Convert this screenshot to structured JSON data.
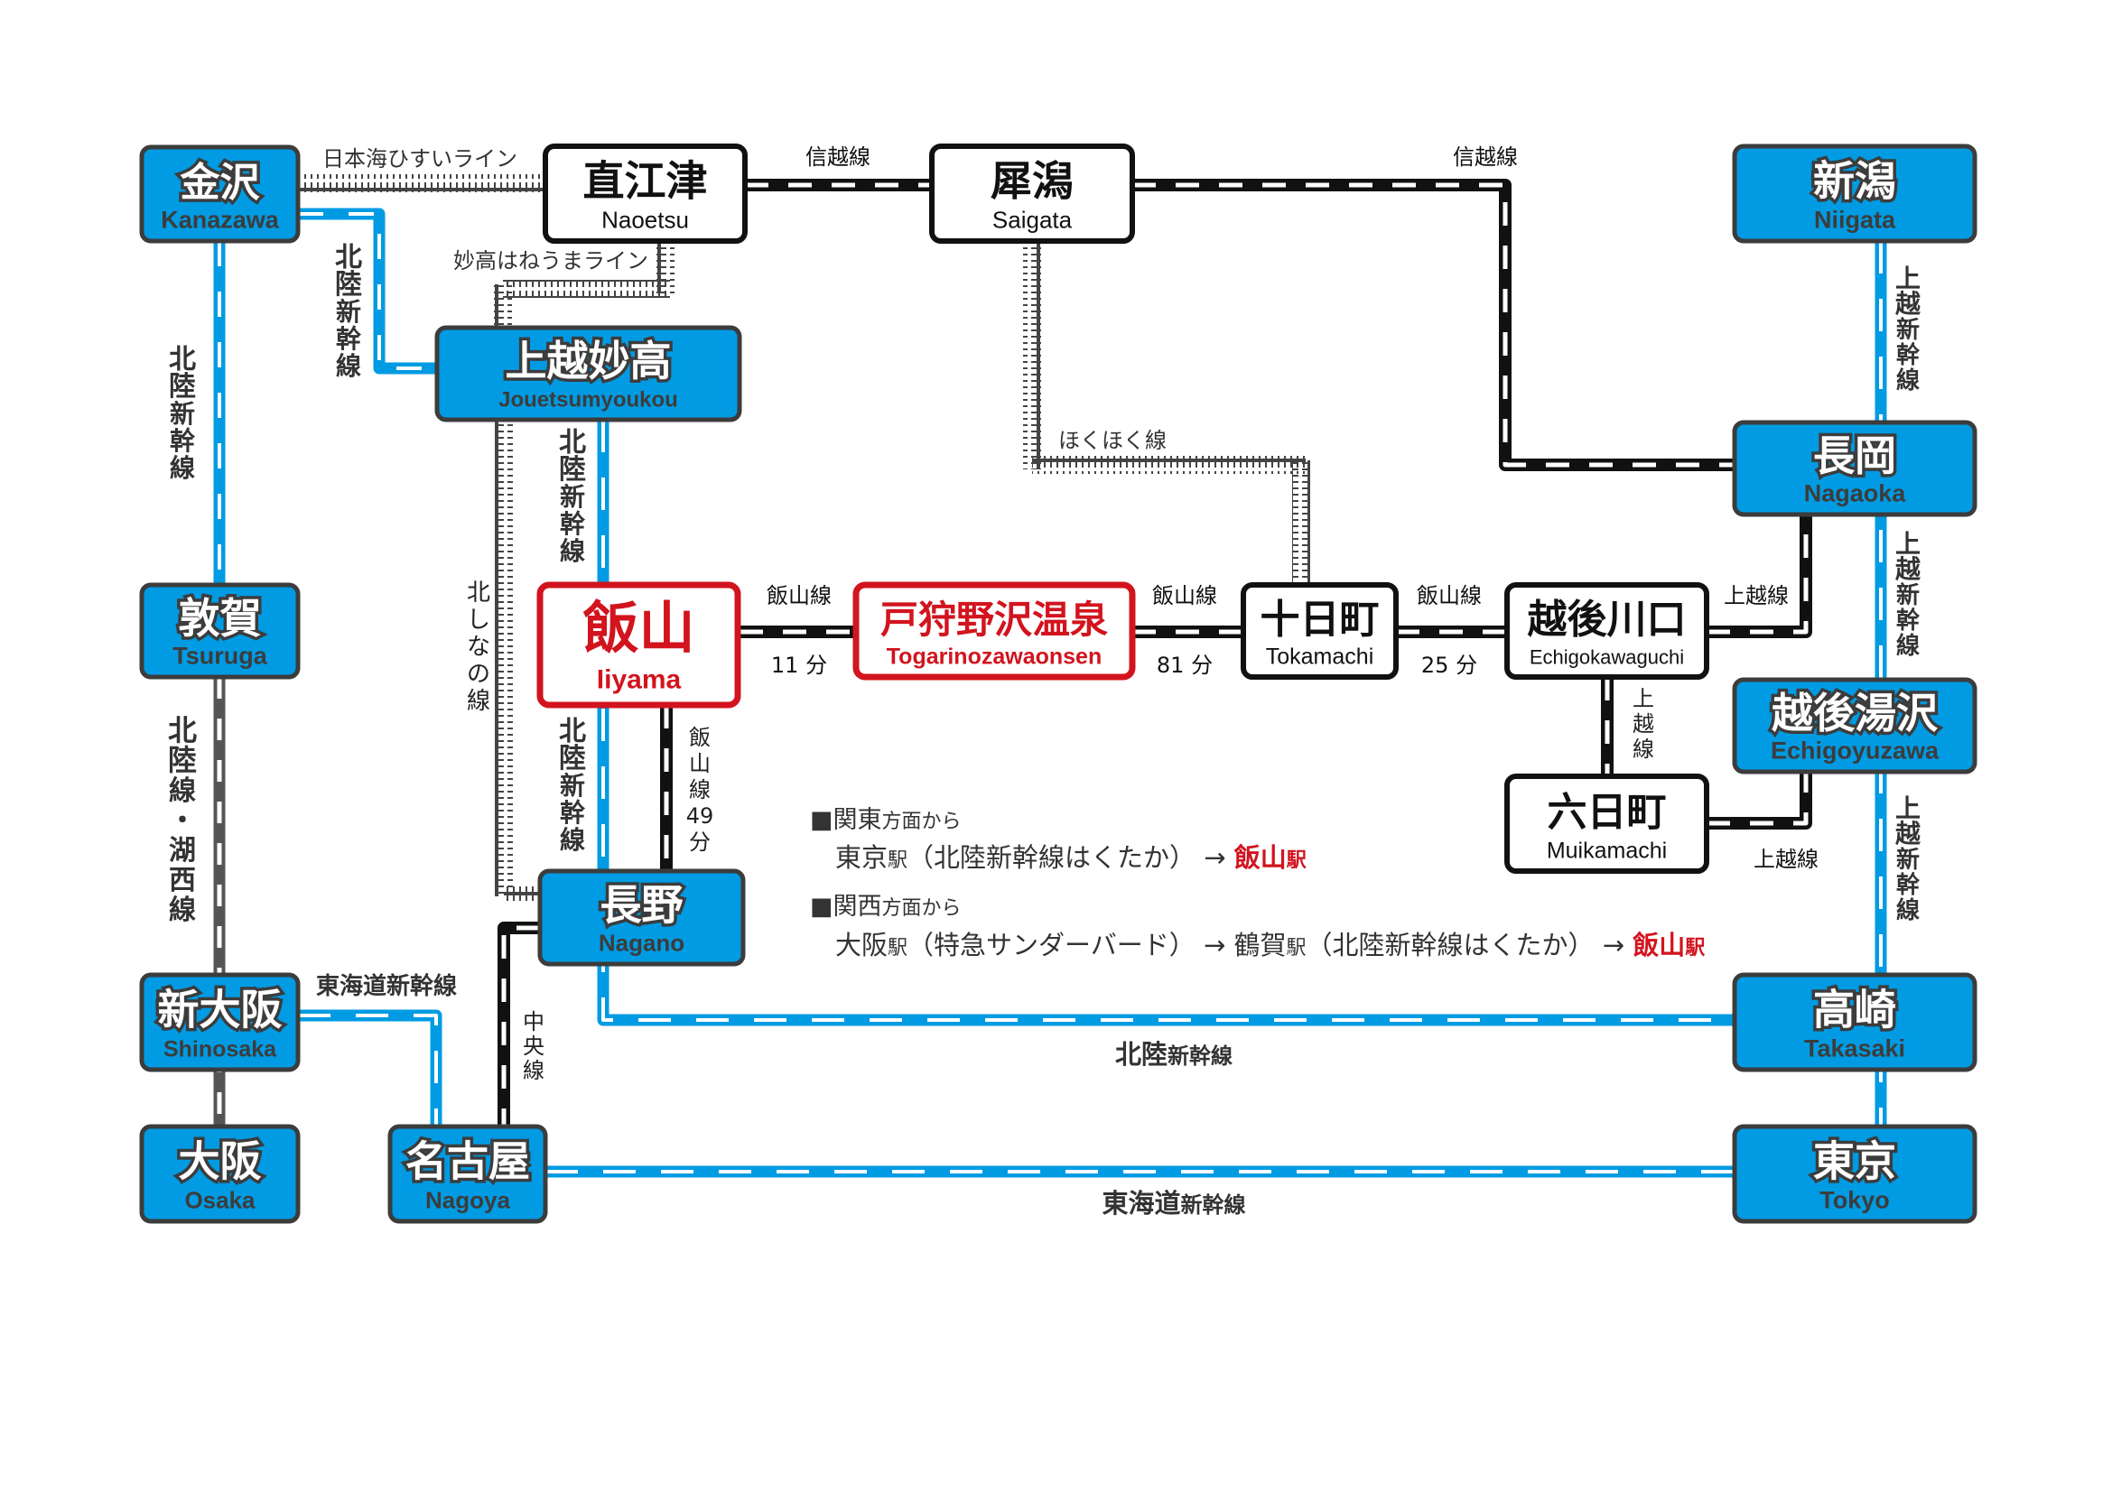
{
  "title": "飯山駅 アクセス路線図",
  "colors": {
    "shinkansen": "#009be3",
    "station_blue_fill": "#009be3",
    "station_outline": "#3c3c3c",
    "local_line": "#111111",
    "third_sector_line": "#444444",
    "jr_west_line": "#555555",
    "highlight_red": "#d2141e"
  },
  "stations": {
    "kanazawa": {
      "jp": "金沢",
      "en": "Kanazawa"
    },
    "naoetsu": {
      "jp": "直江津",
      "en": "Naoetsu"
    },
    "saigata": {
      "jp": "犀潟",
      "en": "Saigata"
    },
    "niigata": {
      "jp": "新潟",
      "en": "Niigata"
    },
    "jouetsumyoukou": {
      "jp": "上越妙高",
      "en": "Jouetsumyoukou"
    },
    "nagaoka": {
      "jp": "長岡",
      "en": "Nagaoka"
    },
    "tsuruga": {
      "jp": "敦賀",
      "en": "Tsuruga"
    },
    "iiyama": {
      "jp": "飯山",
      "en": "Iiyama"
    },
    "togarinozawaonsen": {
      "jp": "戸狩野沢温泉",
      "en": "Togarinozawaonsen"
    },
    "tokamachi": {
      "jp": "十日町",
      "en": "Tokamachi"
    },
    "echigokawaguchi": {
      "jp": "越後川口",
      "en": "Echigokawaguchi"
    },
    "echigoyuzawa": {
      "jp": "越後湯沢",
      "en": "Echigoyuzawa"
    },
    "muikamachi": {
      "jp": "六日町",
      "en": "Muikamachi"
    },
    "nagano": {
      "jp": "長野",
      "en": "Nagano"
    },
    "shinosaka": {
      "jp": "新大阪",
      "en": "Shinosaka"
    },
    "takasaki": {
      "jp": "高崎",
      "en": "Takasaki"
    },
    "osaka": {
      "jp": "大阪",
      "en": "Osaka"
    },
    "nagoya": {
      "jp": "名古屋",
      "en": "Nagoya"
    },
    "tokyo": {
      "jp": "東京",
      "en": "Tokyo"
    }
  },
  "line_labels": {
    "nihonkai_hisui": "日本海ひすいライン",
    "shinetsu_1": "信越線",
    "shinetsu_2": "信越線",
    "myoko_haneuma": "妙高はねうまライン",
    "hokuhoku": "ほくほく線",
    "hokuriku_shinkansen_kanazawa_joetsu": [
      "北",
      "陸",
      "新",
      "幹",
      "線"
    ],
    "hokuriku_shinkansen_kanazawa_tsuruga": [
      "北",
      "陸",
      "新",
      "幹",
      "線"
    ],
    "hokuriku_shinkansen_joetsu_iiyama": [
      "北",
      "陸",
      "新",
      "幹",
      "線"
    ],
    "hokuriku_shinkansen_iiyama_nagano": [
      "北",
      "陸",
      "新",
      "幹",
      "線"
    ],
    "kita_shinano": [
      "北",
      "し",
      "な",
      "の",
      "線"
    ],
    "hokuriku_kosei": [
      "北",
      "陸",
      "線",
      "・",
      "湖",
      "西",
      "線"
    ],
    "joetsu_shinkansen_1": [
      "上",
      "越",
      "新",
      "幹",
      "線"
    ],
    "joetsu_shinkansen_2": [
      "上",
      "越",
      "新",
      "幹",
      "線"
    ],
    "joetsu_shinkansen_3": [
      "上",
      "越",
      "新",
      "幹",
      "線"
    ],
    "iiyama_line_1": "飯山線",
    "iiyama_line_2": "飯山線",
    "iiyama_line_3": "飯山線",
    "iiyama_line_vertical": [
      "飯",
      "山",
      "線",
      "49",
      "分"
    ],
    "joetsu_line_1": "上越線",
    "joetsu_line_2": "上越線",
    "joetsu_line_vertical": [
      "上",
      "越",
      "線"
    ],
    "tokaido_shinkansen_1": "東海道新幹線",
    "tokaido_shinkansen_2_main": "東海道",
    "tokaido_shinkansen_2_sub": "新幹線",
    "hokuriku_shinkansen_bottom_main": "北陸",
    "hokuriku_shinkansen_bottom_sub": "新幹線",
    "chuo": [
      "中",
      "央",
      "線"
    ]
  },
  "travel_times": {
    "iiyama_togari": "11 分",
    "togari_tokamachi": "81 分",
    "tokamachi_echigokawaguchi": "25 分"
  },
  "notes": {
    "kanto": {
      "head_main": "■関東",
      "head_sub": "方面から",
      "route": [
        {
          "text": "東京",
          "style": "normal"
        },
        {
          "text": "駅",
          "style": "small"
        },
        {
          "text": "（北陸新幹線はくたか） → ",
          "style": "normal"
        },
        {
          "text": "飯山",
          "style": "red"
        },
        {
          "text": "駅",
          "style": "red-small"
        }
      ]
    },
    "kansai": {
      "head_main": "■関西",
      "head_sub": "方面から",
      "route": [
        {
          "text": "大阪",
          "style": "normal"
        },
        {
          "text": "駅",
          "style": "small"
        },
        {
          "text": "（特急サンダーバード） → 鶴賀",
          "style": "normal"
        },
        {
          "text": "駅",
          "style": "small"
        },
        {
          "text": "（北陸新幹線はくたか） → ",
          "style": "normal"
        },
        {
          "text": "飯山",
          "style": "red"
        },
        {
          "text": "駅",
          "style": "red-small"
        }
      ]
    }
  }
}
